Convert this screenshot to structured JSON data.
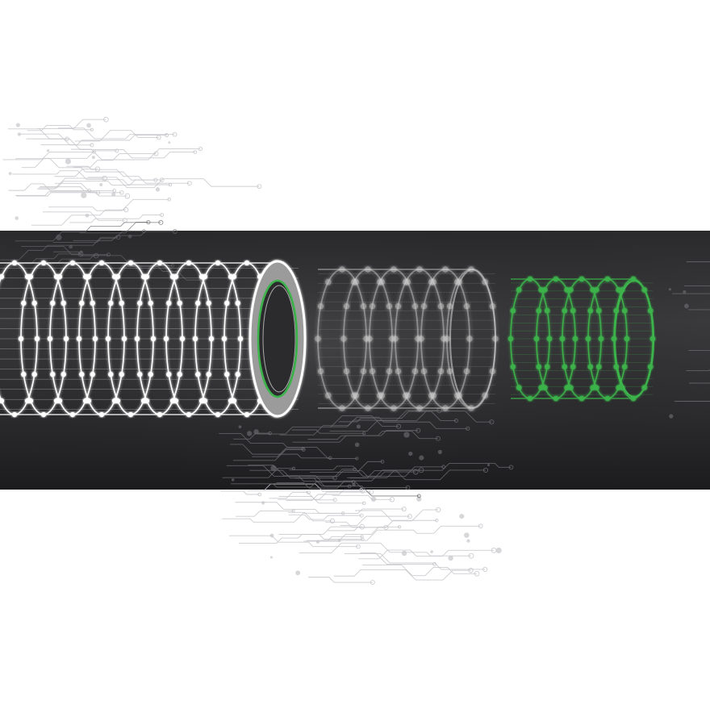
{
  "illustration": {
    "subject": "three-stage-cylinder-graphic",
    "colors": {
      "page_background": "#ffffff",
      "band_dark": "#1e1e20",
      "band_mid": "#3a3a3c",
      "coil_white": "#ffffff",
      "coil_faded": "#cfcfcf",
      "coil_green": "#3cb44b",
      "ring_gray": "#9b9b9b",
      "circuit_light": "#c8c8cc",
      "circuit_dark_band": "#6a6a6e"
    },
    "cylinders": [
      {
        "name": "bright-white-coil",
        "color_key": "coil_white",
        "ring_count": 10
      },
      {
        "name": "faded-gray-coil",
        "color_key": "coil_faded",
        "ring_count": 6
      },
      {
        "name": "green-coil",
        "color_key": "coil_green",
        "ring_count": 5
      }
    ],
    "end_ring": {
      "outer": "ring_gray",
      "inner": "coil_green"
    }
  }
}
